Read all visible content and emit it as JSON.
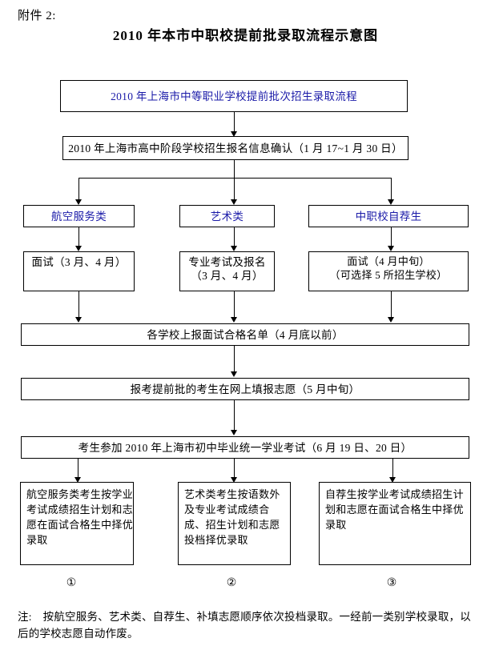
{
  "document": {
    "attachment_label": "附件 2:",
    "title": "2010 年本市中职校提前批录取流程示意图"
  },
  "colors": {
    "accent_blue": "#1a1aa8",
    "line": "#000000",
    "background": "#ffffff"
  },
  "flow": {
    "header_box": {
      "text": "2010 年上海市中等职业学校提前批次招生录取流程"
    },
    "confirm_box": {
      "text": "2010 年上海市高中阶段学校招生报名信息确认（1 月 17~1 月 30 日）"
    },
    "categories": [
      {
        "label": "航空服务类"
      },
      {
        "label": "艺术类"
      },
      {
        "label": "中职校自荐生"
      }
    ],
    "steps": [
      {
        "line1": "面试（3 月、4 月）",
        "line2": ""
      },
      {
        "line1": "专业考试及报名",
        "line2": "（3 月、4 月）"
      },
      {
        "line1": "面试（4 月中旬）",
        "line2": "（可选择 5 所招生学校）"
      }
    ],
    "report_box": {
      "text": "各学校上报面试合格名单（4 月底以前）"
    },
    "volunteer_box": {
      "text": "报考提前批的考生在网上填报志愿（5 月中旬）"
    },
    "exam_box": {
      "text": "考生参加 2010 年上海市初中毕业统一学业考试（6 月 19 日、20 日）"
    },
    "results": [
      {
        "text": "航空服务类考生按学业考试成绩招生计划和志愿在面试合格生中择优录取"
      },
      {
        "text": "艺术类考生按语数外及专业考试成绩合成、招生计划和志愿投档择优录取"
      },
      {
        "text": "自荐生按学业考试成绩招生计划和志愿在面试合格生中择优录取"
      }
    ],
    "markers": [
      "①",
      "②",
      "③"
    ]
  },
  "footnote": {
    "lead": "注:",
    "text": "按航空服务、艺术类、自荐生、补填志愿顺序依次投档录取。一经前一类别学校录取，以后的学校志愿自动作废。"
  }
}
